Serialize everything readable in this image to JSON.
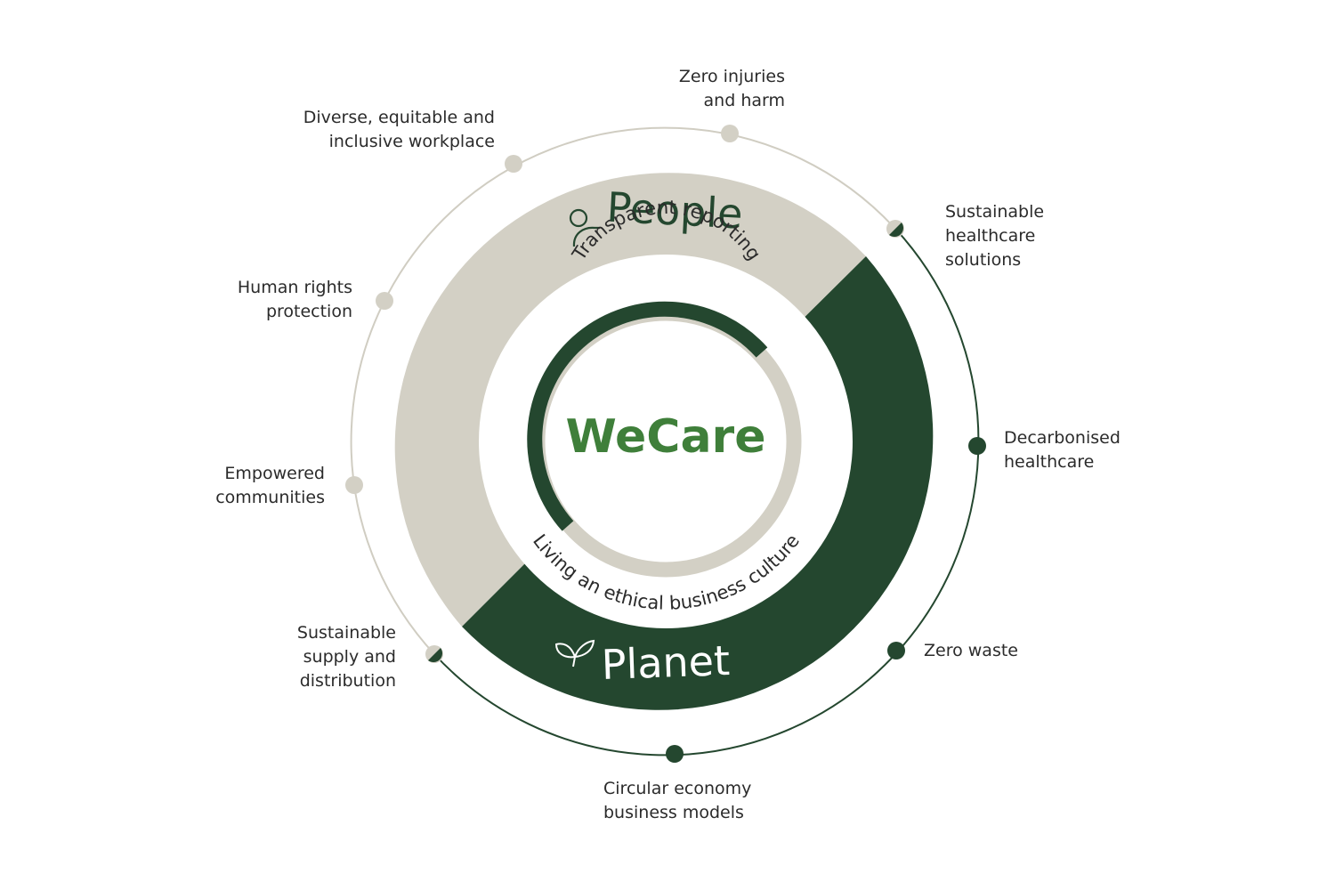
{
  "center_label": "WeCare",
  "pillars": {
    "people": {
      "label": "People",
      "icon": "person-icon"
    },
    "planet": {
      "label": "Planet",
      "icon": "leaf-icon"
    }
  },
  "inner_labels": {
    "top": "Transparent reporting",
    "bottom": "Living an ethical business culture"
  },
  "outer_goals": [
    {
      "id": "zero-injuries",
      "lines": [
        "Zero injuries",
        "and harm"
      ],
      "group": "people"
    },
    {
      "id": "diverse-workplace",
      "lines": [
        "Diverse, equitable and",
        "inclusive workplace"
      ],
      "group": "people"
    },
    {
      "id": "human-rights",
      "lines": [
        "Human rights",
        "protection"
      ],
      "group": "people"
    },
    {
      "id": "empowered-communities",
      "lines": [
        "Empowered",
        "communities"
      ],
      "group": "people"
    },
    {
      "id": "sustainable-supply",
      "lines": [
        "Sustainable",
        "supply and",
        "distribution"
      ],
      "group": "both"
    },
    {
      "id": "circular-economy",
      "lines": [
        "Circular economy",
        "business models"
      ],
      "group": "planet"
    },
    {
      "id": "zero-waste",
      "lines": [
        "Zero waste"
      ],
      "group": "planet"
    },
    {
      "id": "decarbonised",
      "lines": [
        "Decarbonised",
        "healthcare"
      ],
      "group": "planet"
    },
    {
      "id": "sustainable-solutions",
      "lines": [
        "Sustainable",
        "healthcare",
        "solutions"
      ],
      "group": "both"
    }
  ],
  "colors": {
    "dark_green": "#24472f",
    "bright_green": "#3f7f3a",
    "beige": "#d3d0c5",
    "outer_line_light": "#d0cdc2",
    "text": "#2b2b2b",
    "white": "#ffffff"
  }
}
